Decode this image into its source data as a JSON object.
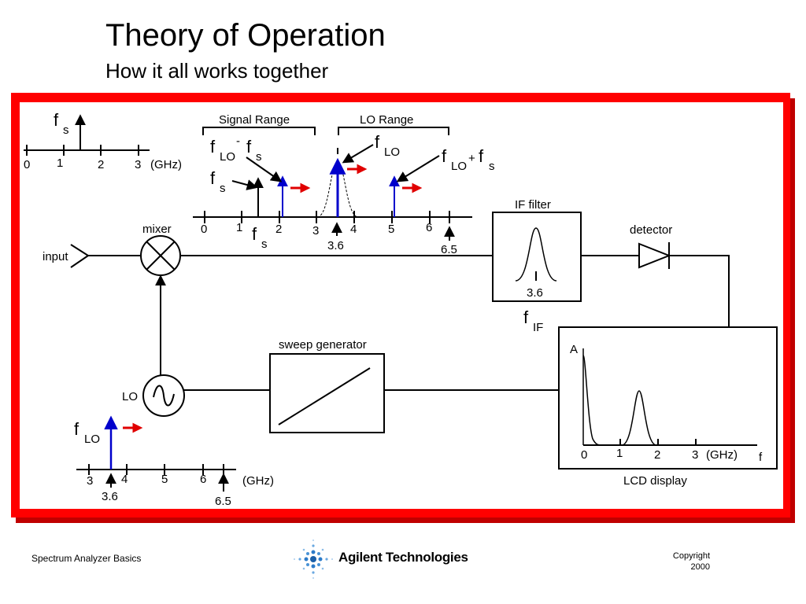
{
  "title": "Theory of Operation",
  "subtitle": "How it all works together",
  "diagram": {
    "input_label": "input",
    "mixer_label": "mixer",
    "lo_label": "LO",
    "if_filter_label": "IF filter",
    "if_filter_value": "3.6",
    "detector_label": "detector",
    "sweep_generator_label": "sweep generator",
    "lcd_label": "LCD  display",
    "lcd_axis_a": "A",
    "lcd_axis_f": "f",
    "lcd_ticks": [
      "0",
      "1",
      "2",
      "3"
    ],
    "ghz": "(GHz)",
    "f_if": {
      "f": "f",
      "sub": "IF"
    },
    "fs_top": {
      "f": "f",
      "sub": "s"
    },
    "fs_top_ticks": [
      "0",
      "1",
      "2",
      "3"
    ],
    "signal_range": "Signal Range",
    "lo_range": "LO Range",
    "mid_ticks": [
      "0",
      "1",
      "2",
      "3",
      "4",
      "5",
      "6"
    ],
    "mid_markers": [
      "3.6",
      "6.5"
    ],
    "mid_labels": {
      "flo_minus": {
        "f1": "f",
        "sub1": "LO",
        "op": "-",
        "f2": "f",
        "sub2": "s"
      },
      "flo": {
        "f": "f",
        "sub": "LO"
      },
      "flo_plus": {
        "f1": "f",
        "sub1": "LO",
        "op": "+",
        "f2": "f",
        "sub2": "s"
      },
      "fs_left": {
        "f": "f",
        "sub": "s"
      },
      "fs_bottom": {
        "f": "f",
        "sub": "s"
      }
    },
    "flo_bottom": {
      "f": "f",
      "sub": "LO"
    },
    "lo_ticks": [
      "3",
      "4",
      "5",
      "6"
    ],
    "lo_markers": [
      "3.6",
      "6.5"
    ]
  },
  "footer": {
    "left": "Spectrum Analyzer Basics",
    "company": "Agilent Technologies",
    "copyright_1": "Copyright",
    "copyright_2": "2000"
  },
  "colors": {
    "frame": "#ff0000",
    "frame_shadow": "#b00000",
    "arrow_blue": "#0000cc",
    "red_arrow": "#e00000"
  }
}
